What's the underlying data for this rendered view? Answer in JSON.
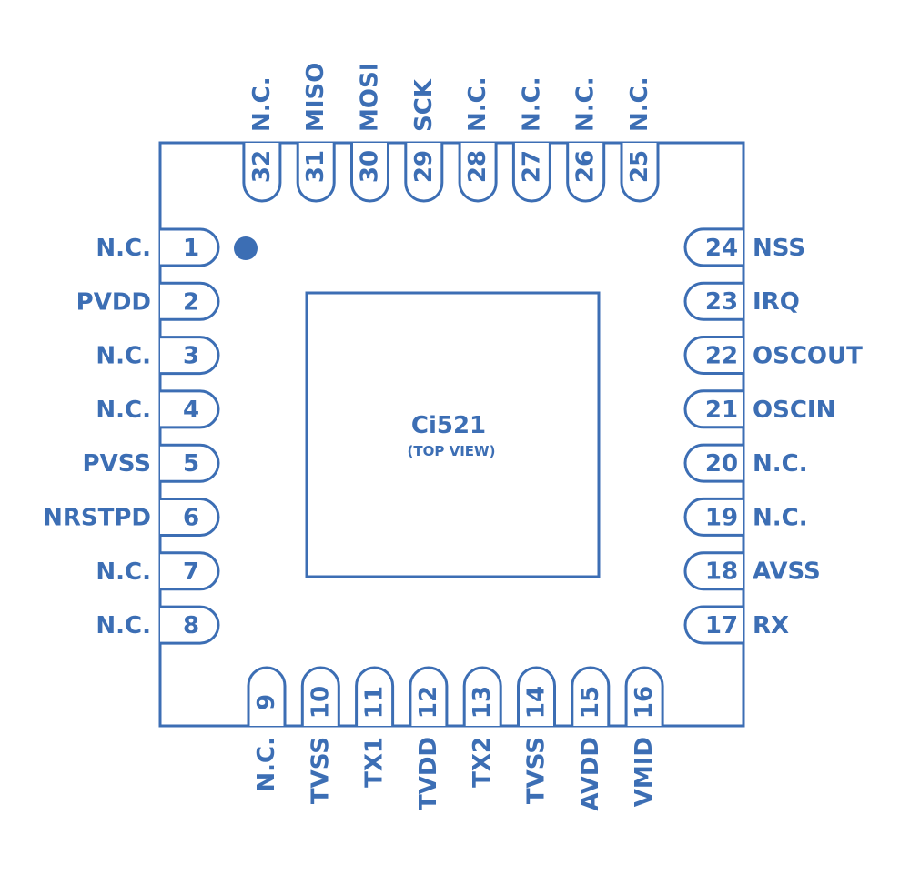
{
  "chip": {
    "name": "Ci521",
    "view_label": "(TOP VIEW)",
    "color": "#3c6eb4"
  },
  "pins": {
    "left": [
      {
        "num": "1",
        "name": "N.C."
      },
      {
        "num": "2",
        "name": "PVDD"
      },
      {
        "num": "3",
        "name": "N.C."
      },
      {
        "num": "4",
        "name": "N.C."
      },
      {
        "num": "5",
        "name": "PVSS"
      },
      {
        "num": "6",
        "name": "NRSTPD"
      },
      {
        "num": "7",
        "name": "N.C."
      },
      {
        "num": "8",
        "name": "N.C."
      }
    ],
    "bottom": [
      {
        "num": "9",
        "name": "N.C."
      },
      {
        "num": "10",
        "name": "TVSS"
      },
      {
        "num": "11",
        "name": "TX1"
      },
      {
        "num": "12",
        "name": "TVDD"
      },
      {
        "num": "13",
        "name": "TX2"
      },
      {
        "num": "14",
        "name": "TVSS"
      },
      {
        "num": "15",
        "name": "AVDD"
      },
      {
        "num": "16",
        "name": "VMID"
      }
    ],
    "right": [
      {
        "num": "17",
        "name": "RX"
      },
      {
        "num": "18",
        "name": "AVSS"
      },
      {
        "num": "19",
        "name": "N.C."
      },
      {
        "num": "20",
        "name": "N.C."
      },
      {
        "num": "21",
        "name": "OSCIN"
      },
      {
        "num": "22",
        "name": "OSCOUT"
      },
      {
        "num": "23",
        "name": "IRQ"
      },
      {
        "num": "24",
        "name": "NSS"
      }
    ],
    "top": [
      {
        "num": "25",
        "name": "N.C."
      },
      {
        "num": "26",
        "name": "N.C."
      },
      {
        "num": "27",
        "name": "N.C."
      },
      {
        "num": "28",
        "name": "N.C."
      },
      {
        "num": "29",
        "name": "SCK"
      },
      {
        "num": "30",
        "name": "MOSI"
      },
      {
        "num": "31",
        "name": "MISO"
      },
      {
        "num": "32",
        "name": "N.C."
      }
    ]
  }
}
